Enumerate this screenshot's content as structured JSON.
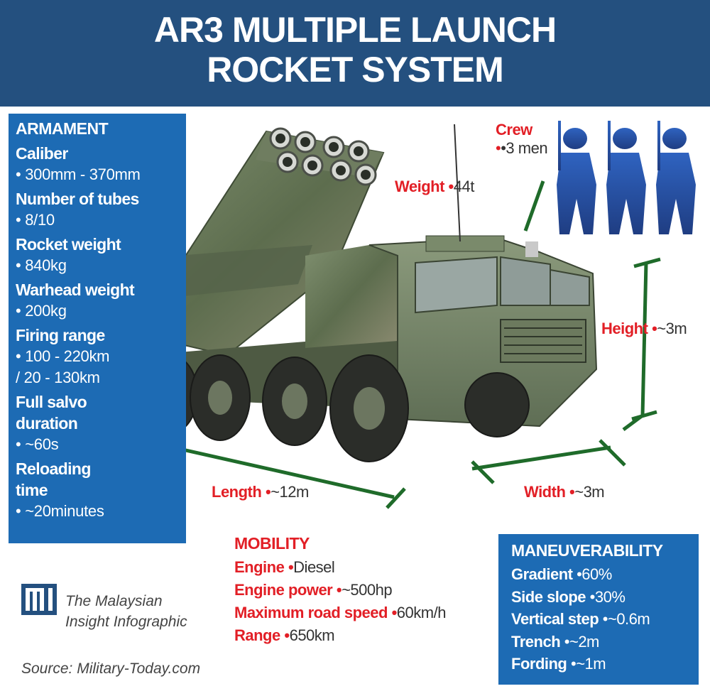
{
  "title": {
    "line1": "AR3 MULTIPLE LAUNCH",
    "line2": "ROCKET SYSTEM"
  },
  "armament": {
    "heading": "ARMAMENT",
    "items": [
      {
        "label": "Caliber",
        "value": "• 300mm - 370mm"
      },
      {
        "label": "Number of tubes",
        "value": "• 8/10"
      },
      {
        "label": "Rocket weight",
        "value": "• 840kg"
      },
      {
        "label": "Warhead weight",
        "value": "• 200kg"
      },
      {
        "label": "Firing range",
        "value": "• 100 - 220km",
        "value2": "/ 20 - 130km"
      },
      {
        "label": "Full salvo",
        "label2": "duration",
        "value": "• ~60s"
      },
      {
        "label": "Reloading",
        "label2": "time",
        "value": "• ~20minutes"
      }
    ]
  },
  "crew": {
    "label": "Crew",
    "value": "•3 men"
  },
  "weight": {
    "label": "Weight",
    "value": "44t"
  },
  "height": {
    "label": "Height",
    "value": "~3m"
  },
  "width": {
    "label": "Width",
    "value": "~3m"
  },
  "length": {
    "label": "Length",
    "value": "~12m"
  },
  "mobility": {
    "heading": "MOBILITY",
    "rows": [
      {
        "label": "Engine",
        "value": "Diesel"
      },
      {
        "label": "Engine power",
        "value": "~500hp"
      },
      {
        "label": "Maximum road speed",
        "value": "60km/h"
      },
      {
        "label": "Range",
        "value": "650km"
      }
    ]
  },
  "maneuverability": {
    "heading": "MANEUVERABILITY",
    "rows": [
      {
        "label": "Gradient",
        "value": "60%"
      },
      {
        "label": "Side slope",
        "value": "30%"
      },
      {
        "label": "Vertical step",
        "value": "~0.6m"
      },
      {
        "label": "Trench",
        "value": "~2m"
      },
      {
        "label": "Fording",
        "value": "~1m"
      }
    ]
  },
  "brand": {
    "line1": "The Malaysian",
    "line2": "Insight Infographic"
  },
  "source": "Source: Military-Today.com",
  "colors": {
    "header": "#24507f",
    "panel": "#1d6bb4",
    "accent_red": "#e21f26",
    "dimension_green": "#1f6b2a",
    "soldier_blue": "#2a5bb0"
  }
}
